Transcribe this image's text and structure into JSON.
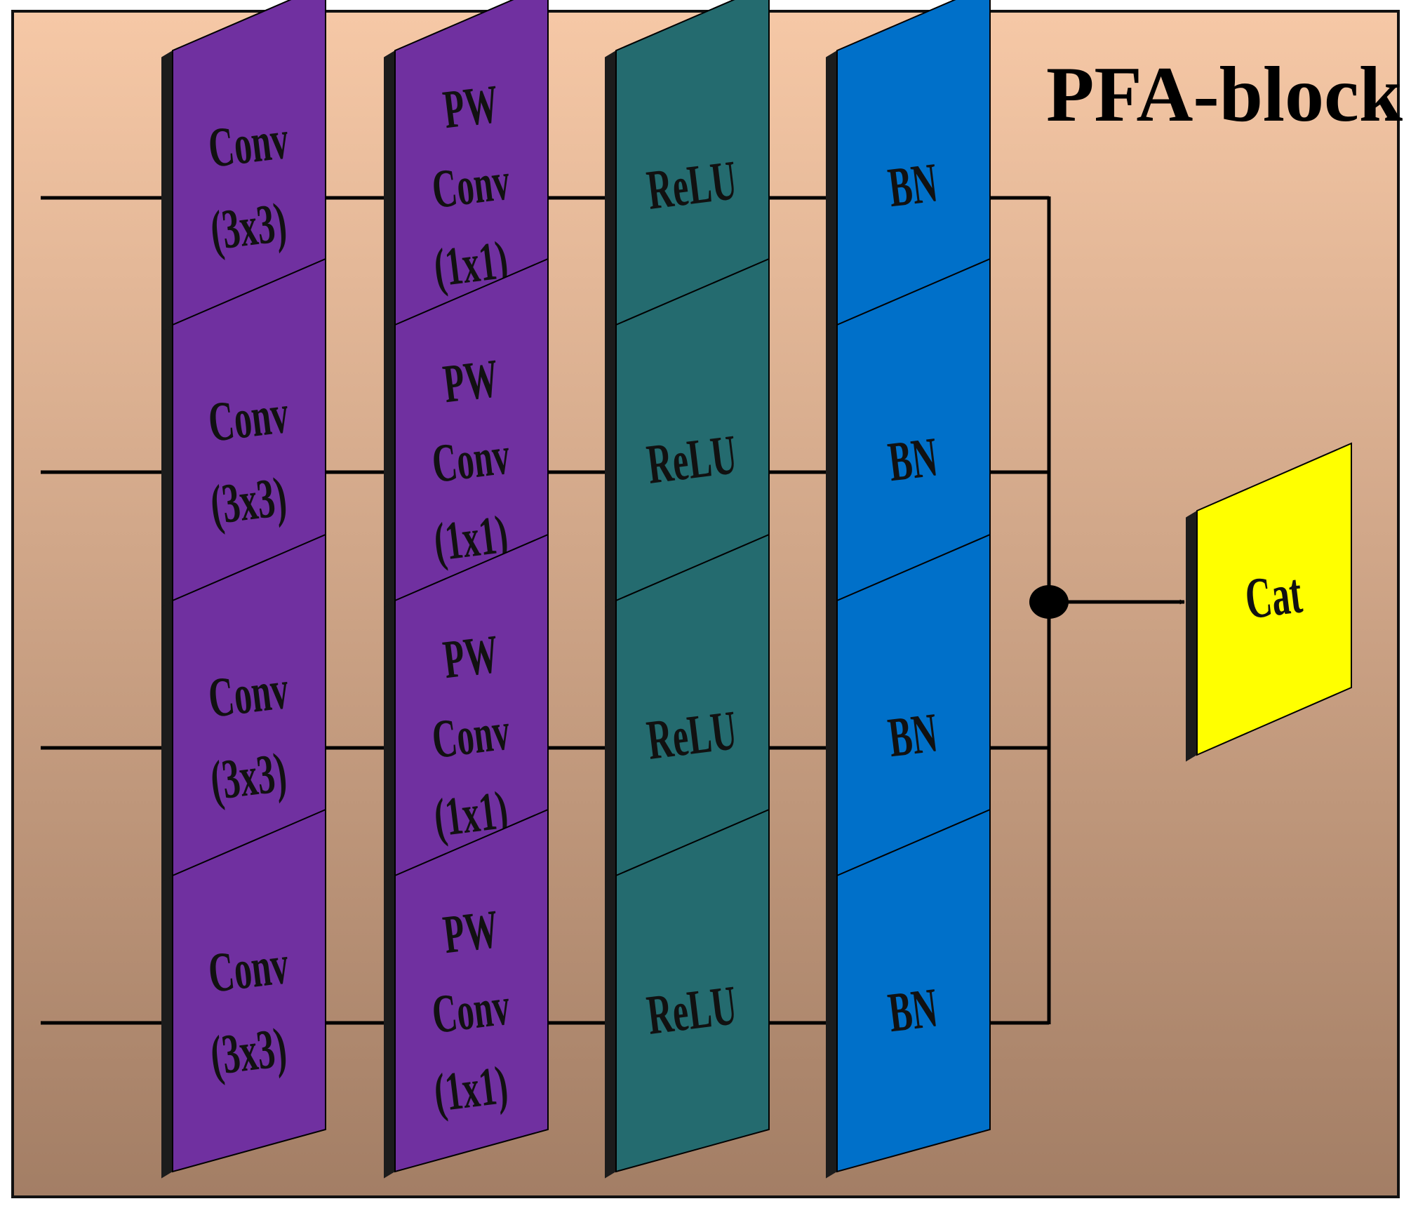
{
  "title": "PFA-block",
  "columns": [
    {
      "id": "conv3x3",
      "lines": [
        "Conv",
        "(3x3)"
      ],
      "color": "#7030A0"
    },
    {
      "id": "pwconv",
      "lines": [
        "PW",
        "Conv",
        "(1x1)"
      ],
      "color": "#7030A0"
    },
    {
      "id": "relu",
      "lines": [
        "ReLU"
      ],
      "color": "#246B6F"
    },
    {
      "id": "bn",
      "lines": [
        "BN"
      ],
      "color": "#0070C9"
    }
  ],
  "branches": 4,
  "output": {
    "lines": [
      "Cat"
    ],
    "color": "#FFFF00"
  },
  "colors": {
    "background_top": "#F6C8A6",
    "background_bottom": "#A37E65",
    "border": "#111111",
    "shadow": "#1C1C1C",
    "line": "#000000"
  }
}
